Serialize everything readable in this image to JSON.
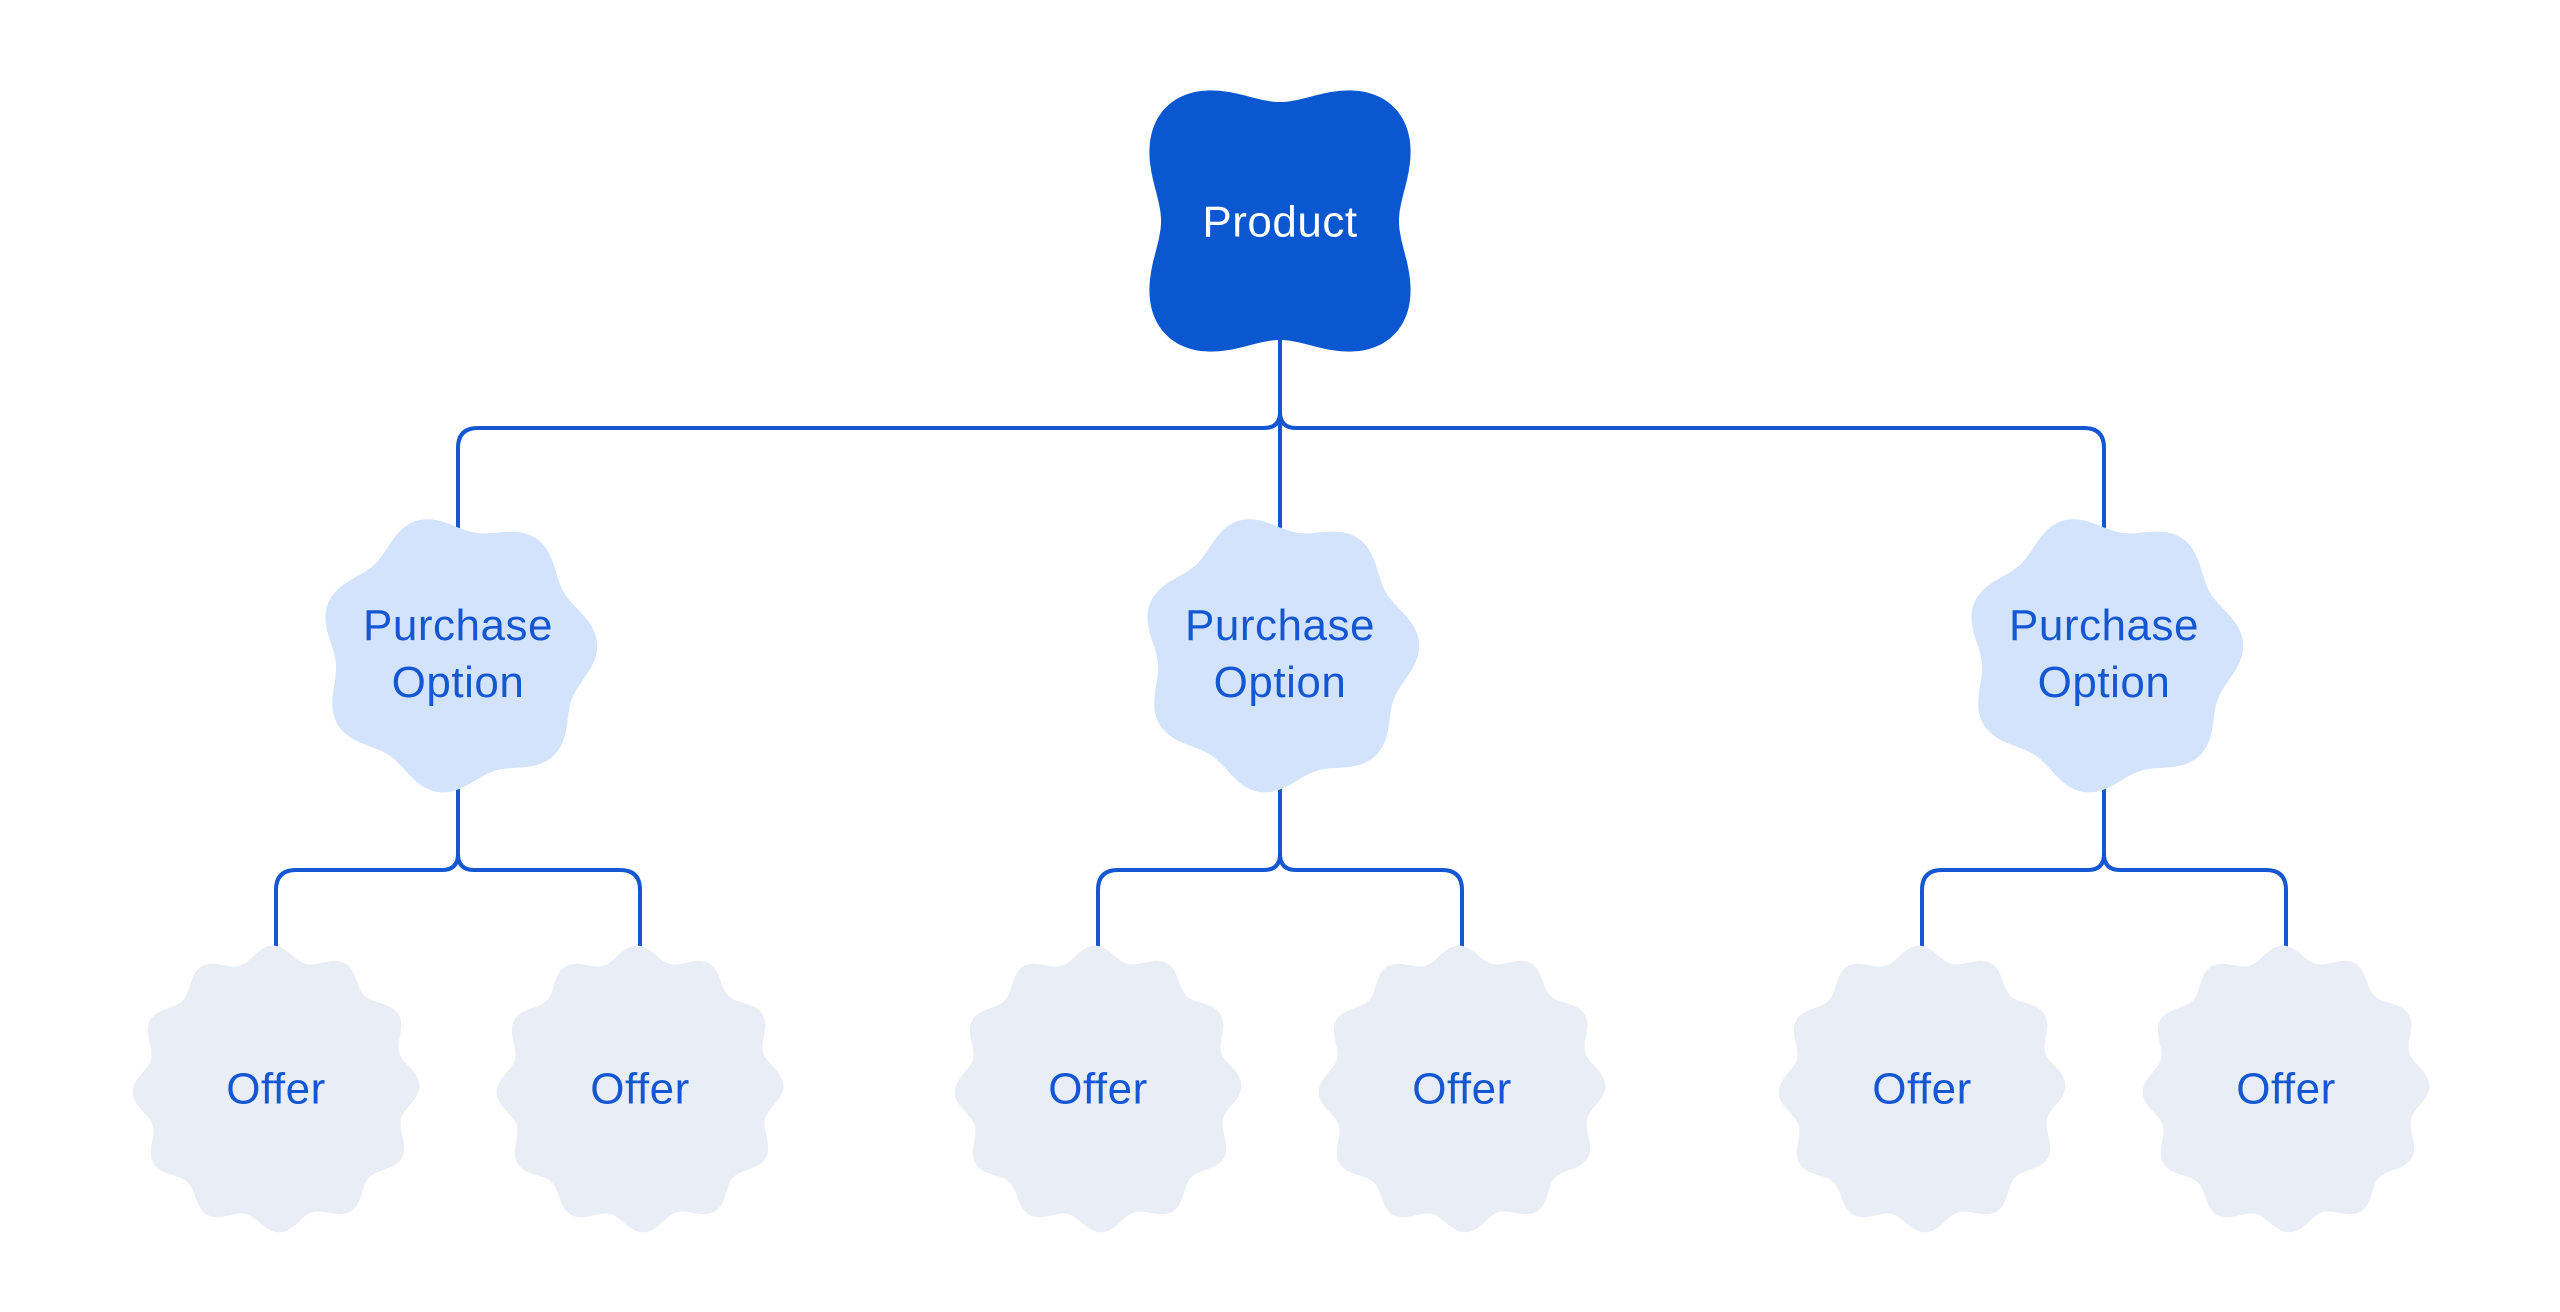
{
  "diagram": {
    "background_color": "#FFFFFF",
    "line_color": "#1557D2",
    "root": {
      "label": "Product",
      "fill_color": "#0B57D0",
      "text_color": "#FFFFFF"
    },
    "purchase_options": [
      {
        "label": "Purchase Option"
      },
      {
        "label": "Purchase Option"
      },
      {
        "label": "Purchase Option"
      }
    ],
    "offers": [
      {
        "label": "Offer"
      },
      {
        "label": "Offer"
      },
      {
        "label": "Offer"
      },
      {
        "label": "Offer"
      },
      {
        "label": "Offer"
      },
      {
        "label": "Offer"
      }
    ],
    "node_styles": {
      "purchase_fill_color": "#D3E3FC",
      "offer_fill_color": "#E9EEF6",
      "label_color": "#1557D2"
    }
  }
}
